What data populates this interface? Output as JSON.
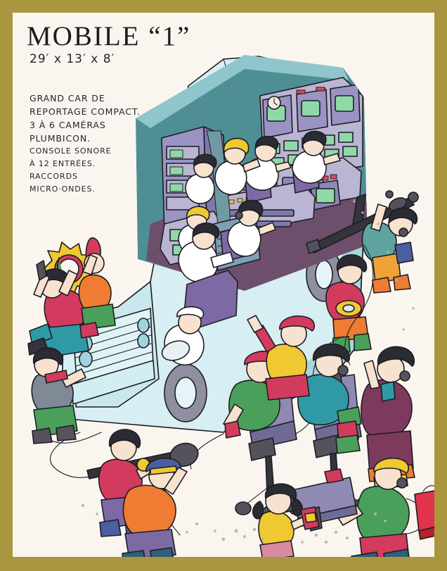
{
  "frame": {
    "border_color": "#ab9640",
    "paper_color": "#faf5ef"
  },
  "header": {
    "title": "MOBILE “1”",
    "dimensions": "29′ x 13′ x 8′"
  },
  "spec_block": {
    "lines_large": [
      "GRAND CAR DE",
      "REPORTAGE COMPACT.",
      "3 À 6 CAMÉRAS",
      "PLUMBICON."
    ],
    "lines_small": [
      "CONSOLE SONORE",
      "À 12 ENTRÉES.",
      "RACCORDS",
      "MICRO·ONDES."
    ]
  },
  "illustration": {
    "caption": "Cutaway cartoon of a compact mobile television production van with its broadcast crew",
    "palette": {
      "van_body": "#d7eef2",
      "van_body_shade": "#a8d6dc",
      "interior_wall": "#4e8e94",
      "equipment_rack": "#9a93c4",
      "equipment_dark": "#6f68a0",
      "monitor_screen": "#8fd8a8",
      "console_grey": "#b9b5d2",
      "floor": "#6d4f6b",
      "cable_grey": "#7b7b88",
      "skin": "#f6e2cf",
      "ink": "#1d1d22",
      "red_shirt": "#d23b5e",
      "green_shirt": "#4aa05a",
      "teal_shirt": "#2f9aa5",
      "yellow_shirt": "#f0c832",
      "orange_shirt": "#ee7c33",
      "purple_suit": "#7d3a5c",
      "blue_trousers": "#4a5fa0",
      "camera_body": "#8e8ab4",
      "red_case": "#e0344a",
      "shadow_dots": "#bfb9b0"
    },
    "scene_elements": [
      {
        "name": "van-cutaway",
        "label": "Mobile production van, side cut open"
      },
      {
        "name": "monitor-wall",
        "label": "Monitor wall with preview screens and master clock"
      },
      {
        "name": "vision-mixer-console",
        "label": "Vision mixing console"
      },
      {
        "name": "audio-console",
        "label": "Sound console, 12 inputs"
      },
      {
        "name": "vtr-racks",
        "label": "Video tape recorder racks"
      },
      {
        "name": "microwave-mast",
        "label": "Microwave link mast"
      },
      {
        "name": "pedestal-camera-left",
        "label": "Studio camera on pedestal"
      },
      {
        "name": "pedestal-camera-right",
        "label": "Studio camera on pedestal"
      },
      {
        "name": "portable-camera",
        "label": "Shoulder camera with battery pack"
      },
      {
        "name": "boom-microphone",
        "label": "Boom microphone on tripod"
      },
      {
        "name": "lighting-reflector",
        "label": "Sunburst lighting reflector"
      },
      {
        "name": "cable-runs",
        "label": "Camera and power cables"
      }
    ],
    "crew": [
      {
        "name": "vision-mixer-operator",
        "position": "console, upper right"
      },
      {
        "name": "technical-director",
        "position": "console, upper right"
      },
      {
        "name": "production-assistant",
        "position": "mid cabin"
      },
      {
        "name": "audio-engineer",
        "position": "mid cabin, headphones"
      },
      {
        "name": "vtr-operator-upper",
        "position": "left racks"
      },
      {
        "name": "vtr-operator-lower",
        "position": "left racks"
      },
      {
        "name": "engineer-seated",
        "position": "left of cabin, white coat"
      },
      {
        "name": "driver",
        "position": "cab, white cap"
      },
      {
        "name": "lighting-crew-a",
        "position": "outside left, holds reflector"
      },
      {
        "name": "lighting-crew-b",
        "position": "outside left, orange jacket"
      },
      {
        "name": "cable-puller",
        "position": "outside left, lower"
      },
      {
        "name": "boom-operator",
        "position": "bottom left, peaked cap"
      },
      {
        "name": "sound-assistant",
        "position": "bottom left, red jacket"
      },
      {
        "name": "mast-climber",
        "position": "right, on mast"
      },
      {
        "name": "cable-handler-right",
        "position": "right, red jumper"
      },
      {
        "name": "cameraman-left",
        "position": "centre, pedestal camera"
      },
      {
        "name": "cameraman-right",
        "position": "centre, pedestal camera"
      },
      {
        "name": "floor-manager",
        "position": "centre, red cap, pointing"
      },
      {
        "name": "director",
        "position": "right, maroon suit, headphones"
      },
      {
        "name": "portable-cameraman",
        "position": "bottom right, green jacket"
      },
      {
        "name": "child-bystander",
        "position": "bottom centre, pigtails"
      }
    ]
  }
}
